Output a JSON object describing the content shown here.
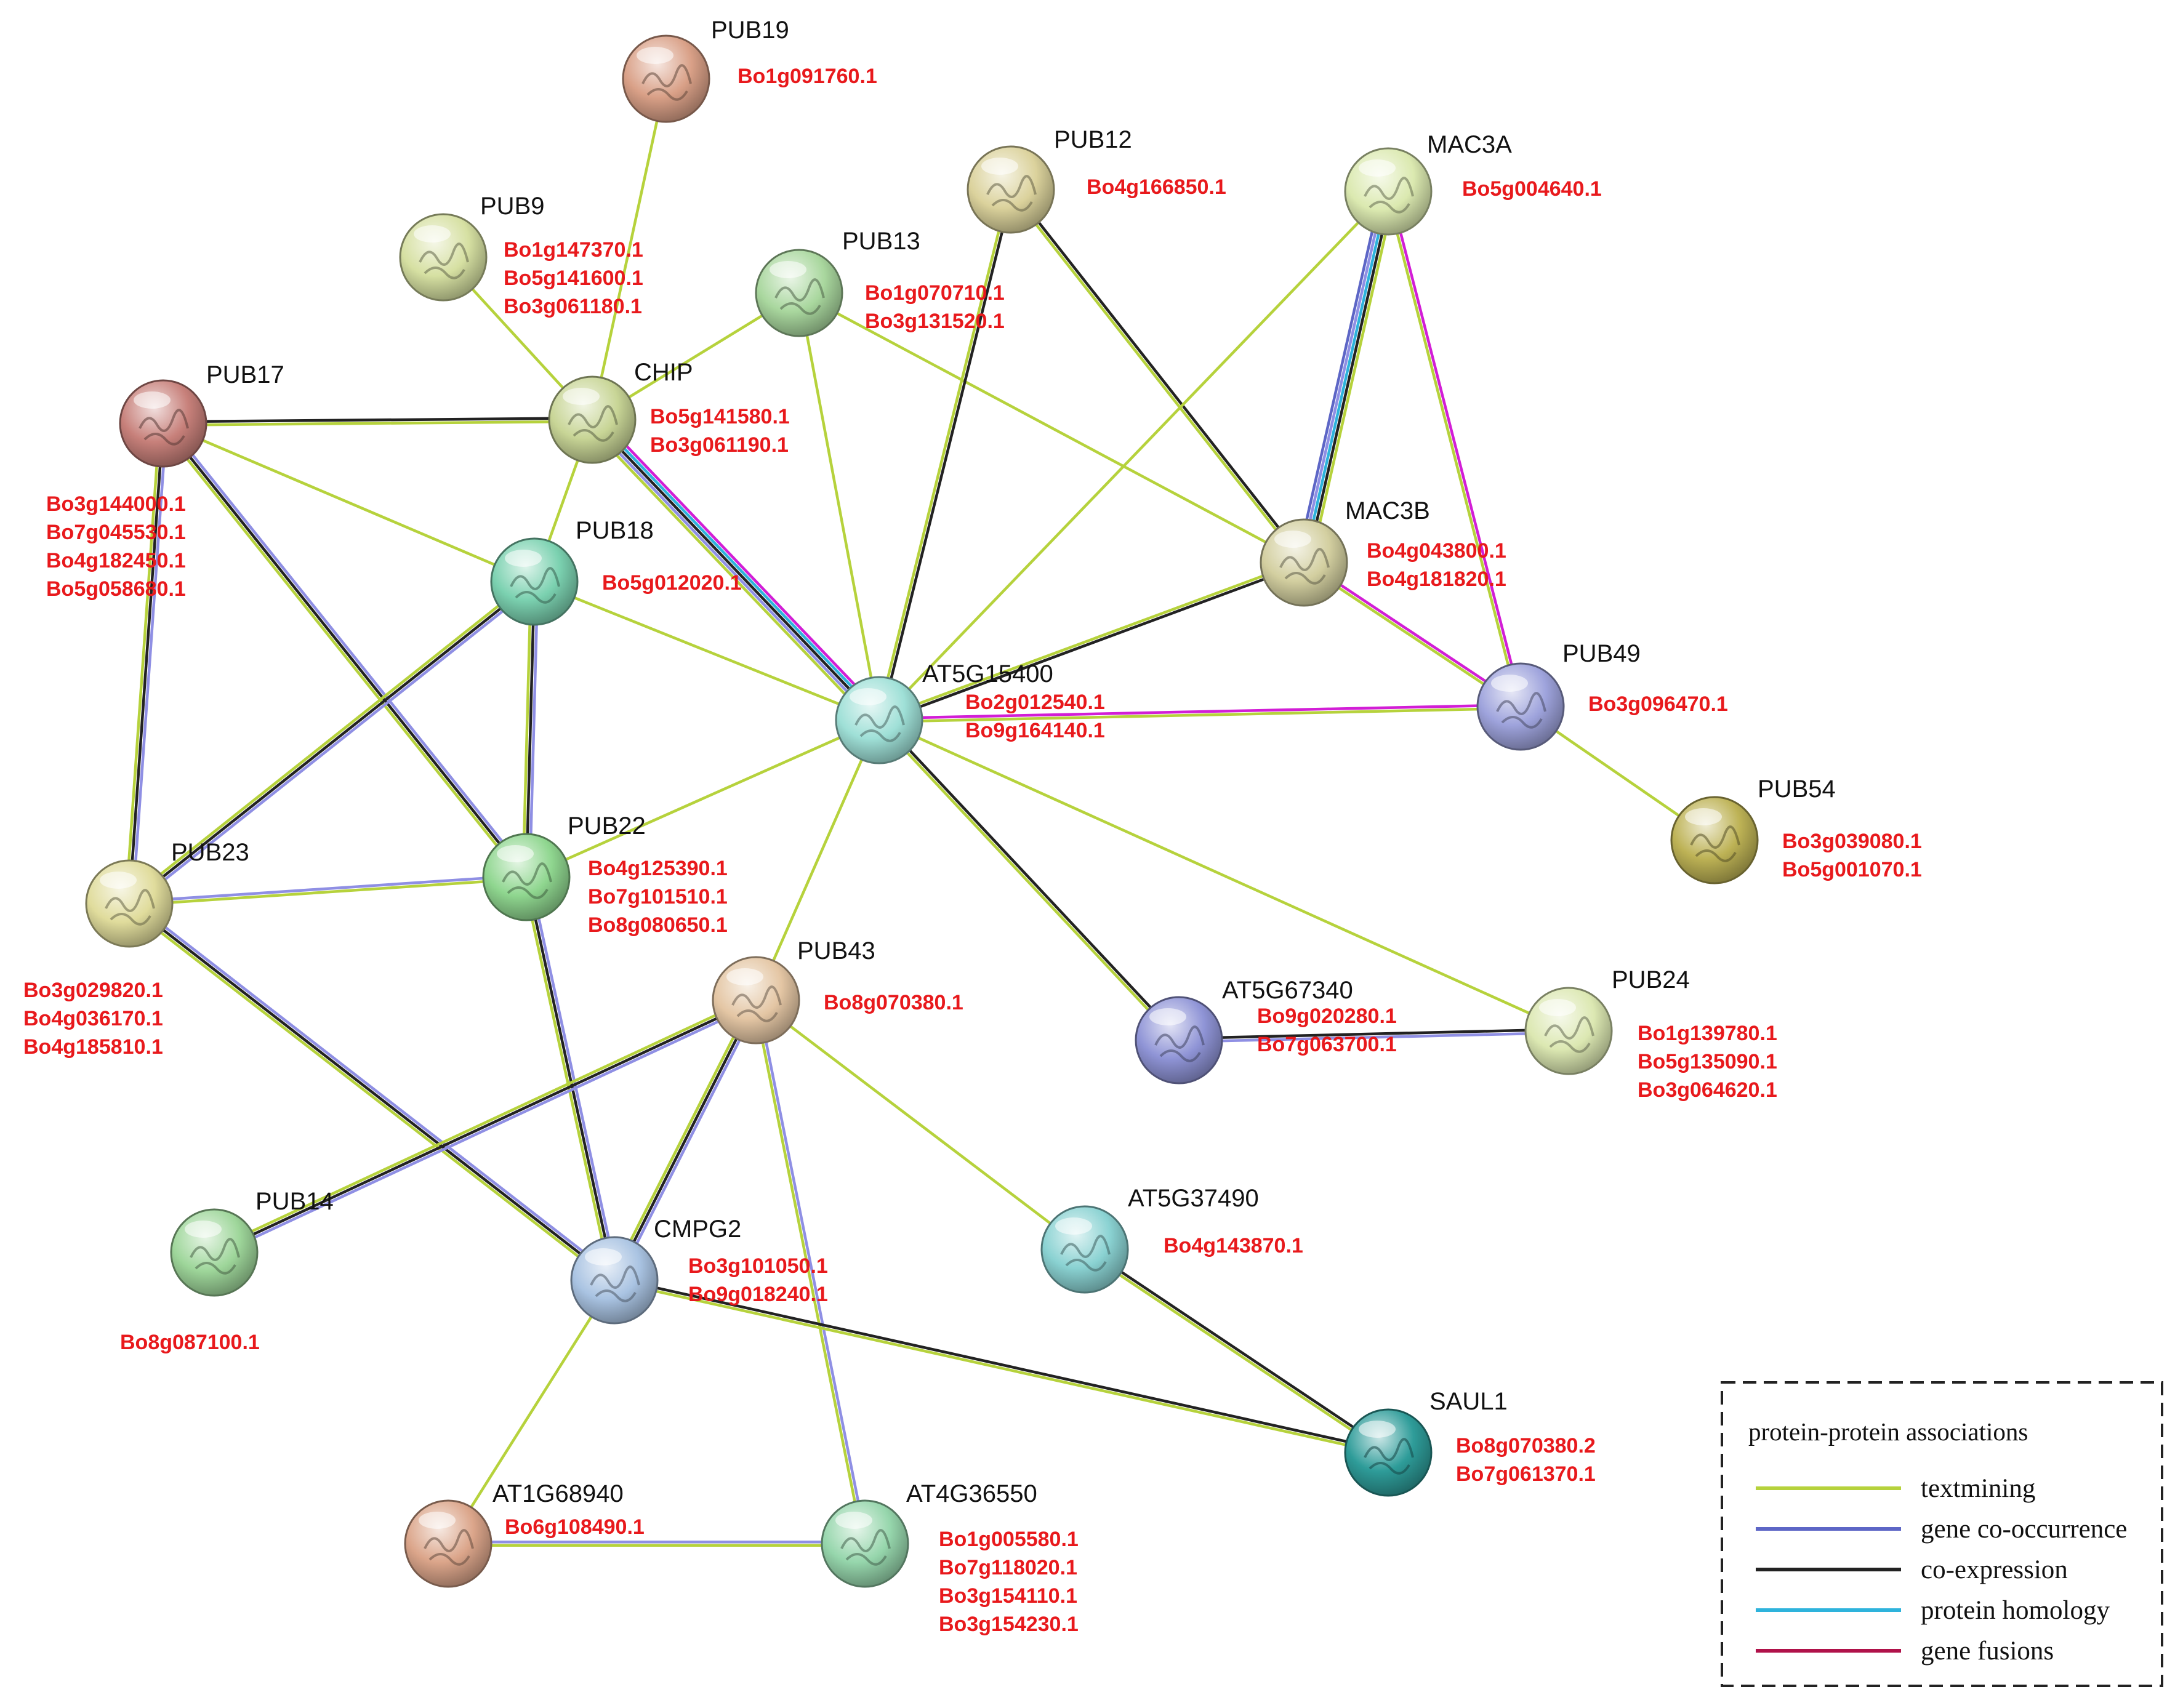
{
  "colors": {
    "textmining": "#b6d23c",
    "gene_cooccurrence": "#8f8fe4",
    "gene_cooccurrence_legend": "#5d66c6",
    "coexpression": "#222222",
    "protein_homology": "#2eb3dc",
    "gene_fusions": "#b0124a",
    "gene_fusions_edge": "#d21ed6",
    "gene_label": "#e8191c"
  },
  "nodes": [
    {
      "id": "PUB19",
      "label": "PUB19",
      "genes": [
        "Bo1g091760.1"
      ],
      "color": "#d9a087"
    },
    {
      "id": "PUB9",
      "label": "PUB9",
      "genes": [
        "Bo1g147370.1",
        "Bo5g141600.1",
        "Bo3g061180.1"
      ],
      "color": "#d6e0a2"
    },
    {
      "id": "PUB12",
      "label": "PUB12",
      "genes": [
        "Bo4g166850.1"
      ],
      "color": "#dbd29c"
    },
    {
      "id": "MAC3A",
      "label": "MAC3A",
      "genes": [
        "Bo5g004640.1"
      ],
      "color": "#dbe9b0"
    },
    {
      "id": "PUB13",
      "label": "PUB13",
      "genes": [
        "Bo1g070710.1",
        "Bo3g131520.1"
      ],
      "color": "#a9d79e"
    },
    {
      "id": "PUB17",
      "label": "PUB17",
      "genes": [
        "Bo3g144000.1",
        "Bo7g045530.1",
        "Bo4g182450.1",
        "Bo5g058680.1"
      ],
      "color": "#c7807a"
    },
    {
      "id": "CHIP",
      "label": "CHIP",
      "genes": [
        "Bo5g141580.1",
        "Bo3g061190.1"
      ],
      "color": "#c8d596"
    },
    {
      "id": "PUB18",
      "label": "PUB18",
      "genes": [
        "Bo5g012020.1"
      ],
      "color": "#7bd1b0"
    },
    {
      "id": "MAC3B",
      "label": "MAC3B",
      "genes": [
        "Bo4g043800.1",
        "Bo4g181820.1"
      ],
      "color": "#d3cfa0"
    },
    {
      "id": "AT5G15400",
      "label": "AT5G15400",
      "genes": [
        "Bo2g012540.1",
        "Bo9g164140.1"
      ],
      "color": "#9fe0d7"
    },
    {
      "id": "PUB49",
      "label": "PUB49",
      "genes": [
        "Bo3g096470.1"
      ],
      "color": "#9ea3dc"
    },
    {
      "id": "PUB54",
      "label": "PUB54",
      "genes": [
        "Bo3g039080.1",
        "Bo5g001070.1"
      ],
      "color": "#bdb255"
    },
    {
      "id": "PUB23",
      "label": "PUB23",
      "genes": [
        "Bo3g029820.1",
        "Bo4g036170.1",
        "Bo4g185810.1"
      ],
      "color": "#e0dc9c"
    },
    {
      "id": "PUB22",
      "label": "PUB22",
      "genes": [
        "Bo4g125390.1",
        "Bo7g101510.1",
        "Bo8g080650.1"
      ],
      "color": "#8fd68f"
    },
    {
      "id": "PUB43",
      "label": "PUB43",
      "genes": [
        "Bo8g070380.1"
      ],
      "color": "#e4c6a4"
    },
    {
      "id": "AT5G67340",
      "label": "AT5G67340",
      "genes": [
        "Bo9g020280.1",
        "Bo7g063700.1"
      ],
      "color": "#8f94d6"
    },
    {
      "id": "PUB24",
      "label": "PUB24",
      "genes": [
        "Bo1g139780.1",
        "Bo5g135090.1",
        "Bo3g064620.1"
      ],
      "color": "#dce8b2"
    },
    {
      "id": "PUB14",
      "label": "PUB14",
      "genes": [
        "Bo8g087100.1"
      ],
      "color": "#9ed69a"
    },
    {
      "id": "CMPG2",
      "label": "CMPG2",
      "genes": [
        "Bo3g101050.1",
        "Bo9g018240.1"
      ],
      "color": "#a9c3e2"
    },
    {
      "id": "AT5G37490",
      "label": "AT5G37490",
      "genes": [
        "Bo4g143870.1"
      ],
      "color": "#8ad2d2"
    },
    {
      "id": "SAUL1",
      "label": "SAUL1",
      "genes": [
        "Bo8g070380.2",
        "Bo7g061370.1"
      ],
      "color": "#2e9c99"
    },
    {
      "id": "AT1G68940",
      "label": "AT1G68940",
      "genes": [
        "Bo6g108490.1"
      ],
      "color": "#dba58a"
    },
    {
      "id": "AT4G36550",
      "label": "AT4G36550",
      "genes": [
        "Bo1g005580.1",
        "Bo7g118020.1",
        "Bo3g154110.1",
        "Bo3g154230.1"
      ],
      "color": "#96d6ac"
    }
  ],
  "edges": [
    {
      "source": "PUB19",
      "target": "CHIP",
      "types": [
        "textmining"
      ]
    },
    {
      "source": "PUB9",
      "target": "CHIP",
      "types": [
        "textmining"
      ]
    },
    {
      "source": "PUB13",
      "target": "CHIP",
      "types": [
        "textmining"
      ]
    },
    {
      "source": "PUB13",
      "target": "AT5G15400",
      "types": [
        "textmining"
      ]
    },
    {
      "source": "PUB13",
      "target": "MAC3B",
      "types": [
        "textmining"
      ]
    },
    {
      "source": "PUB17",
      "target": "CHIP",
      "types": [
        "coexpression",
        "textmining"
      ]
    },
    {
      "source": "PUB17",
      "target": "PUB18",
      "types": [
        "textmining"
      ]
    },
    {
      "source": "PUB17",
      "target": "PUB23",
      "types": [
        "gene_cooccurrence",
        "coexpression",
        "textmining"
      ]
    },
    {
      "source": "PUB17",
      "target": "PUB22",
      "types": [
        "gene_cooccurrence",
        "coexpression",
        "textmining"
      ]
    },
    {
      "source": "CHIP",
      "target": "PUB18",
      "types": [
        "textmining"
      ]
    },
    {
      "source": "CHIP",
      "target": "AT5G15400",
      "types": [
        "gene_fusions_edge",
        "protein_homology",
        "coexpression",
        "gene_cooccurrence",
        "textmining"
      ]
    },
    {
      "source": "PUB12",
      "target": "AT5G15400",
      "types": [
        "coexpression",
        "textmining"
      ]
    },
    {
      "source": "PUB12",
      "target": "MAC3B",
      "types": [
        "coexpression",
        "textmining"
      ]
    },
    {
      "source": "MAC3A",
      "target": "AT5G15400",
      "types": [
        "textmining"
      ]
    },
    {
      "source": "MAC3A",
      "target": "MAC3B",
      "types": [
        "textmining",
        "coexpression",
        "protein_homology",
        "gene_cooccurrence",
        "gene_cooccurrence_legend"
      ]
    },
    {
      "source": "MAC3A",
      "target": "PUB49",
      "types": [
        "gene_fusions_edge",
        "textmining"
      ]
    },
    {
      "source": "MAC3B",
      "target": "AT5G15400",
      "types": [
        "coexpression",
        "textmining"
      ]
    },
    {
      "source": "MAC3B",
      "target": "PUB49",
      "types": [
        "gene_fusions_edge",
        "textmining"
      ]
    },
    {
      "source": "PUB18",
      "target": "AT5G15400",
      "types": [
        "textmining"
      ]
    },
    {
      "source": "PUB18",
      "target": "PUB23",
      "types": [
        "gene_cooccurrence",
        "coexpression",
        "textmining"
      ]
    },
    {
      "source": "PUB18",
      "target": "PUB22",
      "types": [
        "gene_cooccurrence",
        "coexpression",
        "textmining"
      ]
    },
    {
      "source": "AT5G15400",
      "target": "PUB49",
      "types": [
        "gene_fusions_edge",
        "textmining"
      ]
    },
    {
      "source": "AT5G15400",
      "target": "PUB22",
      "types": [
        "textmining"
      ]
    },
    {
      "source": "AT5G15400",
      "target": "PUB43",
      "types": [
        "textmining"
      ]
    },
    {
      "source": "AT5G15400",
      "target": "AT5G67340",
      "types": [
        "coexpression",
        "textmining"
      ]
    },
    {
      "source": "AT5G15400",
      "target": "PUB24",
      "types": [
        "textmining"
      ]
    },
    {
      "source": "PUB49",
      "target": "PUB54",
      "types": [
        "textmining"
      ]
    },
    {
      "source": "PUB23",
      "target": "PUB22",
      "types": [
        "gene_cooccurrence",
        "textmining"
      ]
    },
    {
      "source": "PUB23",
      "target": "CMPG2",
      "types": [
        "gene_cooccurrence",
        "coexpression",
        "textmining"
      ]
    },
    {
      "source": "PUB22",
      "target": "CMPG2",
      "types": [
        "gene_cooccurrence",
        "coexpression",
        "textmining"
      ]
    },
    {
      "source": "PUB43",
      "target": "PUB14",
      "types": [
        "gene_cooccurrence",
        "coexpression",
        "textmining"
      ]
    },
    {
      "source": "PUB43",
      "target": "CMPG2",
      "types": [
        "gene_cooccurrence",
        "coexpression",
        "textmining"
      ]
    },
    {
      "source": "PUB43",
      "target": "AT4G36550",
      "types": [
        "gene_cooccurrence",
        "textmining"
      ]
    },
    {
      "source": "PUB43",
      "target": "AT5G37490",
      "types": [
        "textmining"
      ]
    },
    {
      "source": "AT5G67340",
      "target": "PUB24",
      "types": [
        "coexpression",
        "gene_cooccurrence"
      ]
    },
    {
      "source": "CMPG2",
      "target": "SAUL1",
      "types": [
        "coexpression",
        "textmining"
      ]
    },
    {
      "source": "CMPG2",
      "target": "AT1G68940",
      "types": [
        "textmining"
      ]
    },
    {
      "source": "AT5G37490",
      "target": "SAUL1",
      "types": [
        "coexpression",
        "textmining"
      ]
    },
    {
      "source": "AT1G68940",
      "target": "AT4G36550",
      "types": [
        "gene_cooccurrence",
        "textmining"
      ]
    }
  ],
  "legend": {
    "title": "protein-protein associations",
    "items": [
      {
        "label": "textmining",
        "color_key": "textmining"
      },
      {
        "label": "gene co-occurrence",
        "color_key": "gene_cooccurrence_legend"
      },
      {
        "label": "co-expression",
        "color_key": "coexpression"
      },
      {
        "label": "protein homology",
        "color_key": "protein_homology"
      },
      {
        "label": "gene fusions",
        "color_key": "gene_fusions"
      }
    ]
  }
}
